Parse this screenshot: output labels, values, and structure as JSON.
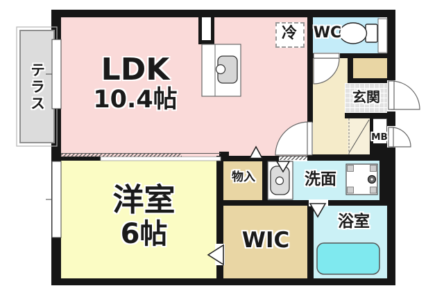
{
  "rooms": {
    "terrace": {
      "label": "テラス"
    },
    "ldk": {
      "label": "LDK",
      "size": "10.4帖"
    },
    "fridge": {
      "label": "冷"
    },
    "wc": {
      "label": "WC"
    },
    "entrance": {
      "label": "玄関"
    },
    "meter_box": {
      "label": "MB"
    },
    "storage": {
      "label": "物入"
    },
    "washroom": {
      "label": "洗面"
    },
    "western_room": {
      "label": "洋室",
      "size": "6帖"
    },
    "wic": {
      "label": "WIC"
    },
    "bathroom": {
      "label": "浴室"
    }
  },
  "icons": [
    "toilet-icon",
    "kitchen-sink-icon",
    "vanity-sink-icon",
    "washing-machine-icon",
    "bathtub-icon",
    "door-swing-icon",
    "window-icon",
    "direction-arrow-icon"
  ],
  "colors": {
    "wall": "#161616",
    "ldk": "#fadad9",
    "western_room": "#fbfcc4",
    "wc": "#c4ecf9",
    "washroom": "#cbf1f6",
    "bathroom": "#cbf1f6",
    "bathtub": "#7fe9ef",
    "corridor": "#f5ebc9",
    "closet_tan": "#e9d6a4",
    "shoe_cabinet": "#f7f0da",
    "entrance_tile": "#e2e2e2",
    "terrace": "#dcdcdc"
  }
}
